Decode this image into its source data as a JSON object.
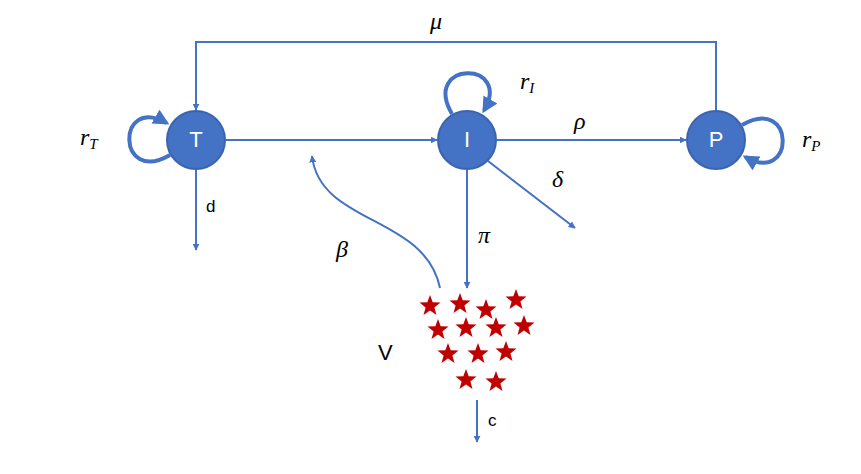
{
  "diagram": {
    "nodes": [
      {
        "text": [
          "T"
        ]
      },
      {
        "text": [
          "I"
        ]
      },
      {
        "text": [
          "P"
        ]
      },
      {
        "text": [
          "V"
        ]
      }
    ],
    "edges": [
      {
        "from": 0,
        "to": 1,
        "arrow": "to"
      },
      {
        "from": 1,
        "to": 2,
        "label": "ρ",
        "arrow": "to"
      },
      {
        "from": 2,
        "to": 0,
        "label": "μ",
        "arrow": "to"
      },
      {
        "from": 1,
        "to": 3,
        "label": "π",
        "arrow": "to"
      },
      {
        "from": 0,
        "to": 0,
        "label": "rT",
        "arrow": "to"
      },
      {
        "from": 1,
        "to": 1,
        "label": "rI",
        "arrow": "to"
      },
      {
        "from": 2,
        "to": 2,
        "label": "rP",
        "arrow": "to"
      }
    ],
    "labels": [
      "β",
      "d",
      "δ",
      "c"
    ]
  }
}
